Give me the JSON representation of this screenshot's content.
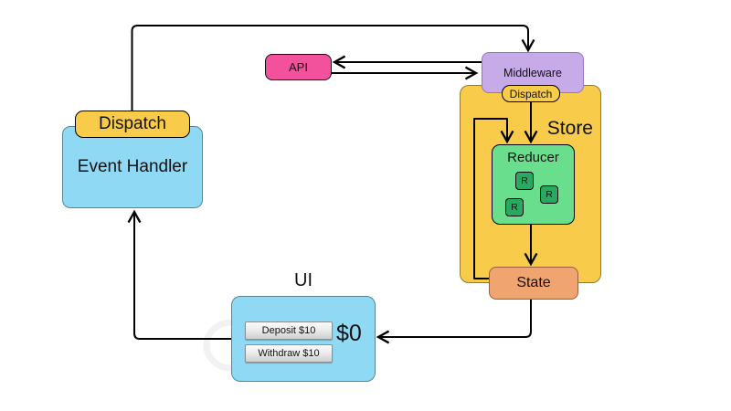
{
  "diagram": {
    "event_handler": {
      "label": "Event Handler",
      "dispatch_label": "Dispatch"
    },
    "api": {
      "label": "API"
    },
    "middleware": {
      "label": "Middleware",
      "dispatch_label": "Dispatch"
    },
    "store": {
      "label": "Store",
      "reducer": {
        "label": "Reducer",
        "items": [
          {
            "label": "R"
          },
          {
            "label": "R"
          },
          {
            "label": "R"
          }
        ]
      },
      "state": {
        "label": "State"
      }
    },
    "ui": {
      "label": "UI",
      "balance": "$0",
      "buttons": [
        {
          "label": "Deposit $10"
        },
        {
          "label": "Withdraw $10"
        }
      ]
    },
    "colors": {
      "store_fill": "#F8CB4A",
      "dispatch_fill": "#F8CB4A",
      "middleware_fill": "#C7ABE9",
      "api_fill": "#F2519B",
      "reducer_fill": "#69DF8D",
      "reducer_chip_fill": "#29A95F",
      "state_fill": "#F0A470",
      "blue_fill": "#90D9F4",
      "edge_stroke": "#000000"
    }
  }
}
